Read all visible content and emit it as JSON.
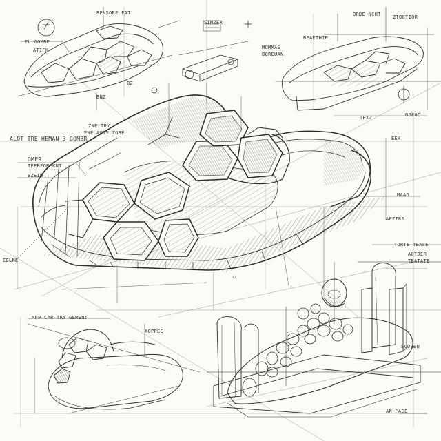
{
  "sheet": {
    "ink_color": "#2a2a2a",
    "paper_color": "#fbfbfa"
  },
  "annotations": {
    "a1": "EL GOMBE",
    "a2": "ATIFK",
    "a3": "BNZ",
    "a4": "BZ",
    "a5": "ALOT TRE HEMAN 3 GOMBR",
    "a6": "ZNE TRY",
    "a7": "ENE ACTS ZOBE",
    "a8": "DMER",
    "a9": "TFERFOREKNT",
    "a10": "BZEIU",
    "a11": "BENSORE FAT",
    "a12": "SIMZER",
    "a13": "MOMMAS",
    "a14": "BOREUAN",
    "a15": "BEAETHIE",
    "a16": "ORDE NCHT",
    "a17": "ZTOOTIOR",
    "a18": "GOEGO",
    "a19": "TEXZ",
    "a20": "EEK",
    "a21": "MAAD",
    "a22": "APZIRS",
    "a23": "TORTE TEASE",
    "a24": "AOTDER",
    "a25": "TEATATE",
    "a26": "MPP CAR TRY GEMENT",
    "a27": "AOPPEE",
    "a28": "EELNE",
    "a29": "SCDEEN",
    "a30": "AN FASE"
  }
}
